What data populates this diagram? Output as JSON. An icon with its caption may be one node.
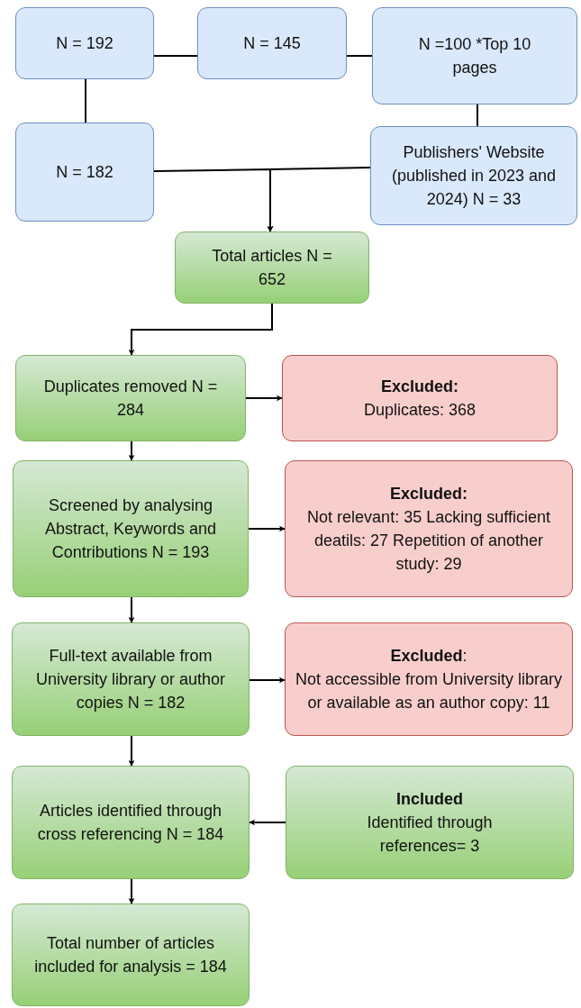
{
  "diagram": {
    "nodes": [
      {
        "text": [
          "N = 192"
        ]
      },
      {
        "text": [
          "N = 145"
        ]
      },
      {
        "text": [
          "N =100 *Top 10 pages"
        ]
      },
      {
        "text": [
          "N = 182"
        ]
      },
      {
        "text": [
          "Publishers' Website (published in 2023 and 2024) N = 33"
        ]
      },
      {
        "text": [
          "Total articles N = 652"
        ]
      },
      {
        "text": [
          "Duplicates removed N = 284"
        ]
      },
      {
        "text": [
          "Excluded:",
          "Duplicates: 368"
        ]
      },
      {
        "text": [
          "Screened by analysing Abstract, Keywords and Contributions N = 193"
        ]
      },
      {
        "text": [
          "Excluded:",
          "Not relevant: 35 Lacking sufficient deatils: 27 Repetition of another study: 29"
        ]
      },
      {
        "text": [
          "Full-text available from University library or author copies N = 182"
        ]
      },
      {
        "text": [
          "**Excluded**:",
          "Not accessible from University library or available as an author copy: 11"
        ]
      },
      {
        "text": [
          "Included",
          "Identified through references= 3"
        ]
      },
      {
        "text": [
          "Articles identified through cross referencing N = 184"
        ]
      },
      {
        "text": [
          "Total number of articles included for analysis = 184"
        ]
      }
    ],
    "edges": [
      {
        "from": 0,
        "to": 1,
        "arrow": "none"
      },
      {
        "from": 1,
        "to": 2,
        "arrow": "none"
      },
      {
        "from": 0,
        "to": 3,
        "arrow": "none"
      },
      {
        "from": 2,
        "to": 4,
        "arrow": "none"
      },
      {
        "from": 3,
        "to": 5,
        "arrow": "to"
      },
      {
        "from": 4,
        "to": 5,
        "arrow": "to"
      },
      {
        "from": 5,
        "to": 6,
        "arrow": "to"
      },
      {
        "from": 6,
        "to": 7,
        "arrow": "to"
      },
      {
        "from": 6,
        "to": 8,
        "arrow": "to"
      },
      {
        "from": 8,
        "to": 9,
        "arrow": "to"
      },
      {
        "from": 8,
        "to": 10,
        "arrow": "to"
      },
      {
        "from": 10,
        "to": 11,
        "arrow": "to"
      },
      {
        "from": 10,
        "to": 13,
        "arrow": "to"
      },
      {
        "from": 12,
        "to": 13,
        "arrow": "to"
      },
      {
        "from": 13,
        "to": 14,
        "arrow": "to"
      }
    ]
  }
}
